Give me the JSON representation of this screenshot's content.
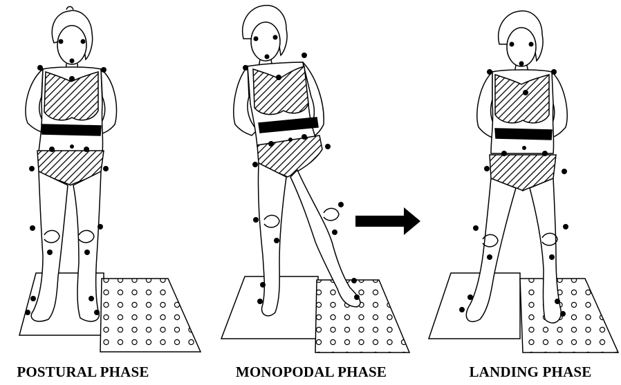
{
  "phases": [
    {
      "id": "postural",
      "label": "POSTURAL PHASE"
    },
    {
      "id": "monopodal",
      "label": "MONOPODAL PHASE"
    },
    {
      "id": "landing",
      "label": "LANDING PHASE"
    }
  ],
  "marker_color": "#000000",
  "line_color": "#000000",
  "background_color": "#ffffff"
}
